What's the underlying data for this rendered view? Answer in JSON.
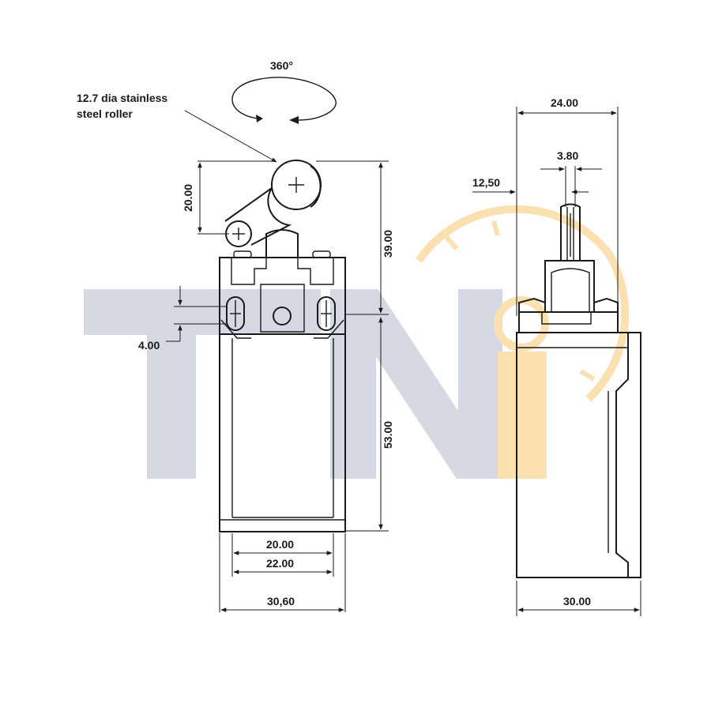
{
  "watermark": {
    "text": "TNi",
    "gray_color": "#d6d8e3",
    "orange_color": "#fbe0b0"
  },
  "note": {
    "line1": "12.7 dia stainless",
    "line2": "steel roller"
  },
  "rotation_label": "360°",
  "front_dimensions": {
    "arm_height": "20.00",
    "top_height": "39.00",
    "body_height": "53.00",
    "slot_width": "4.00",
    "inner_width_a": "20.00",
    "inner_width_b": "22.00",
    "overall_width": "30,60"
  },
  "side_dimensions": {
    "top_width": "24.00",
    "plunger_width": "3.80",
    "offset": "12,50",
    "overall_width": "30.00"
  }
}
